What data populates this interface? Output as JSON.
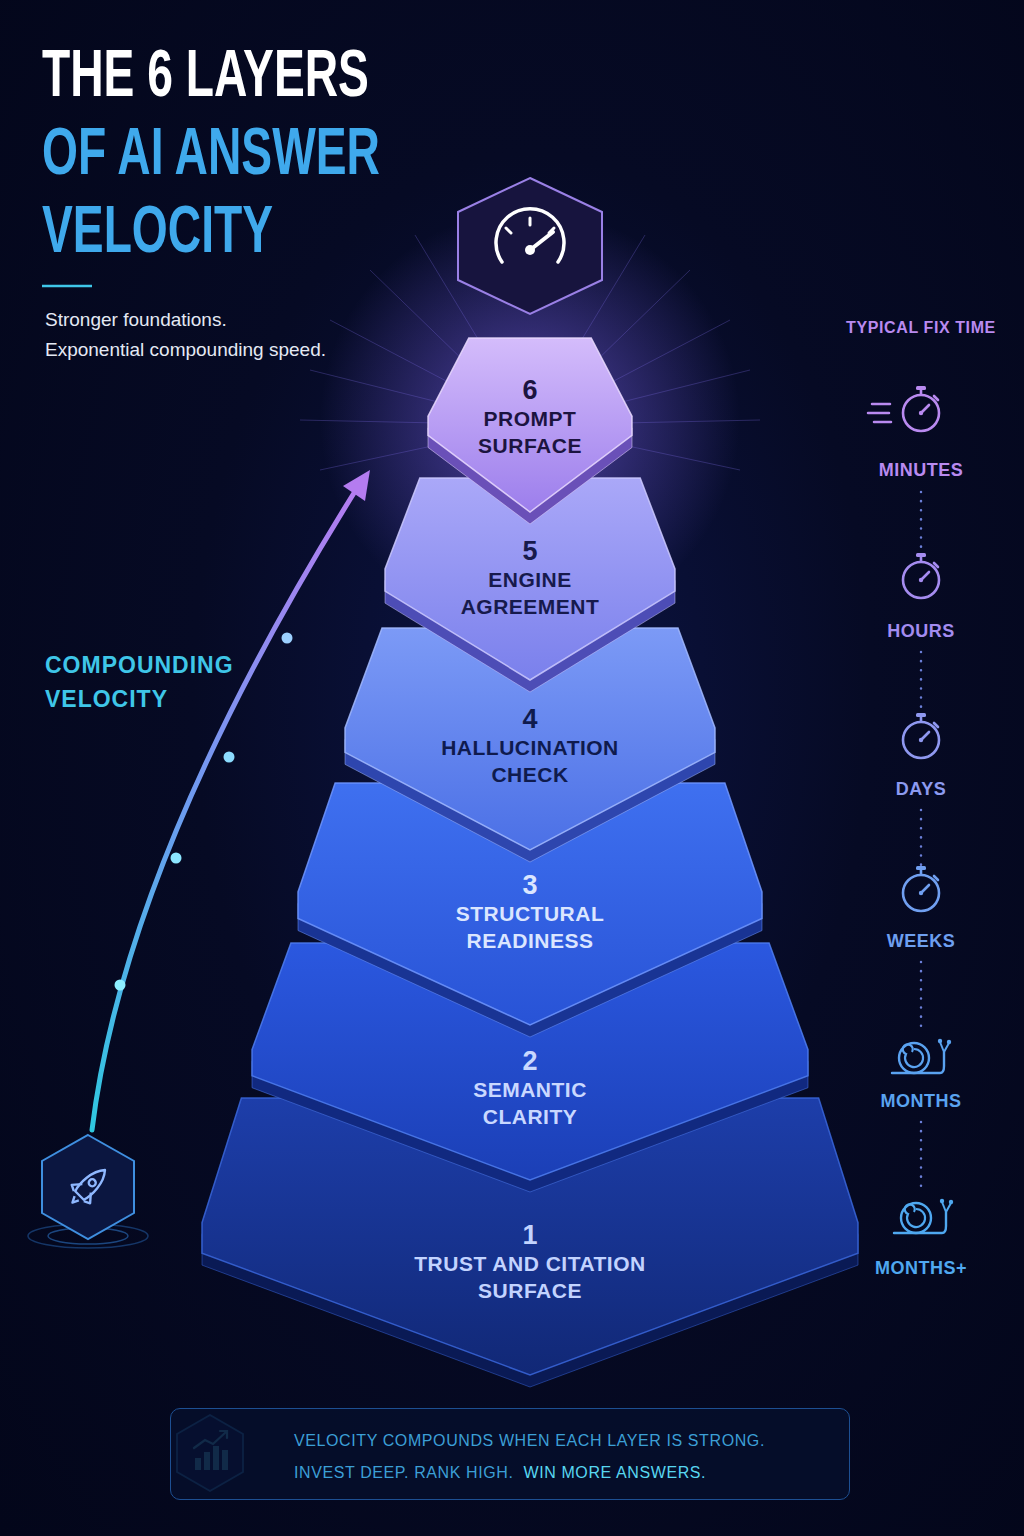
{
  "diagram": {
    "title": "THE 6 LAYERS OF AI ANSWER VELOCITY",
    "nodes": [
      {
        "text": [
          "6",
          "PROMPT SURFACE"
        ]
      },
      {
        "text": [
          "5",
          "ENGINE AGREEMENT"
        ]
      },
      {
        "text": [
          "4",
          "HALLUCINATION CHECK"
        ]
      },
      {
        "text": [
          "3",
          "STRUCTURAL READINESS"
        ]
      },
      {
        "text": [
          "2",
          "SEMANTIC CLARITY"
        ]
      },
      {
        "text": [
          "1",
          "TRUST AND CITATION SURFACE"
        ]
      },
      {
        "text": [
          "VELOCITY COMPOUNDS WHEN EACH LAYER IS STRONG.",
          "INVEST DEEP.  RANK HIGH.",
          "WIN MORE ANSWERS."
        ]
      }
    ],
    "labels": [
      "Stronger foundations. Exponential compounding speed.",
      "COMPOUNDING VELOCITY",
      "TYPICAL FIX TIME",
      "MINUTES",
      "HOURS",
      "DAYS",
      "WEEKS",
      "MONTHS",
      "MONTHS+"
    ]
  }
}
